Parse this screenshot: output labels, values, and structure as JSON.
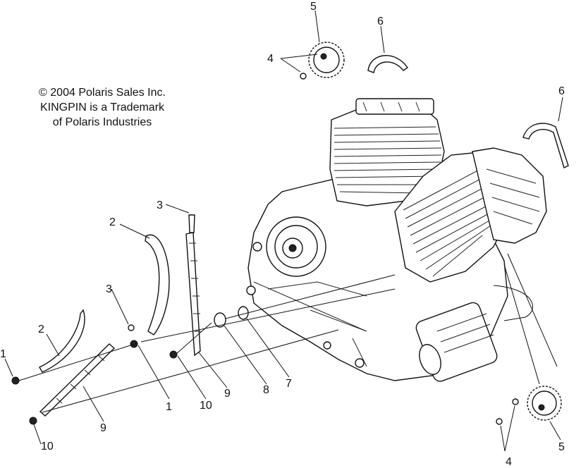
{
  "copyright": {
    "line1": "© 2004 Polaris Sales Inc.",
    "line2": "KINGPIN is a Trademark",
    "line3": "of Polaris Industries"
  },
  "callouts": {
    "c5_top": "5",
    "c6_top": "6",
    "c4_top": "4",
    "c6_right": "6",
    "c3_upper": "3",
    "c2_upper": "2",
    "c3_lower": "3",
    "c2_lower": "2",
    "c1_left": "1",
    "c10_left": "10",
    "c9_left": "9",
    "c1_mid": "1",
    "c10_mid": "10",
    "c9_mid": "9",
    "c8": "8",
    "c7": "7",
    "c4_bottom": "4",
    "c5_bottom": "5"
  }
}
